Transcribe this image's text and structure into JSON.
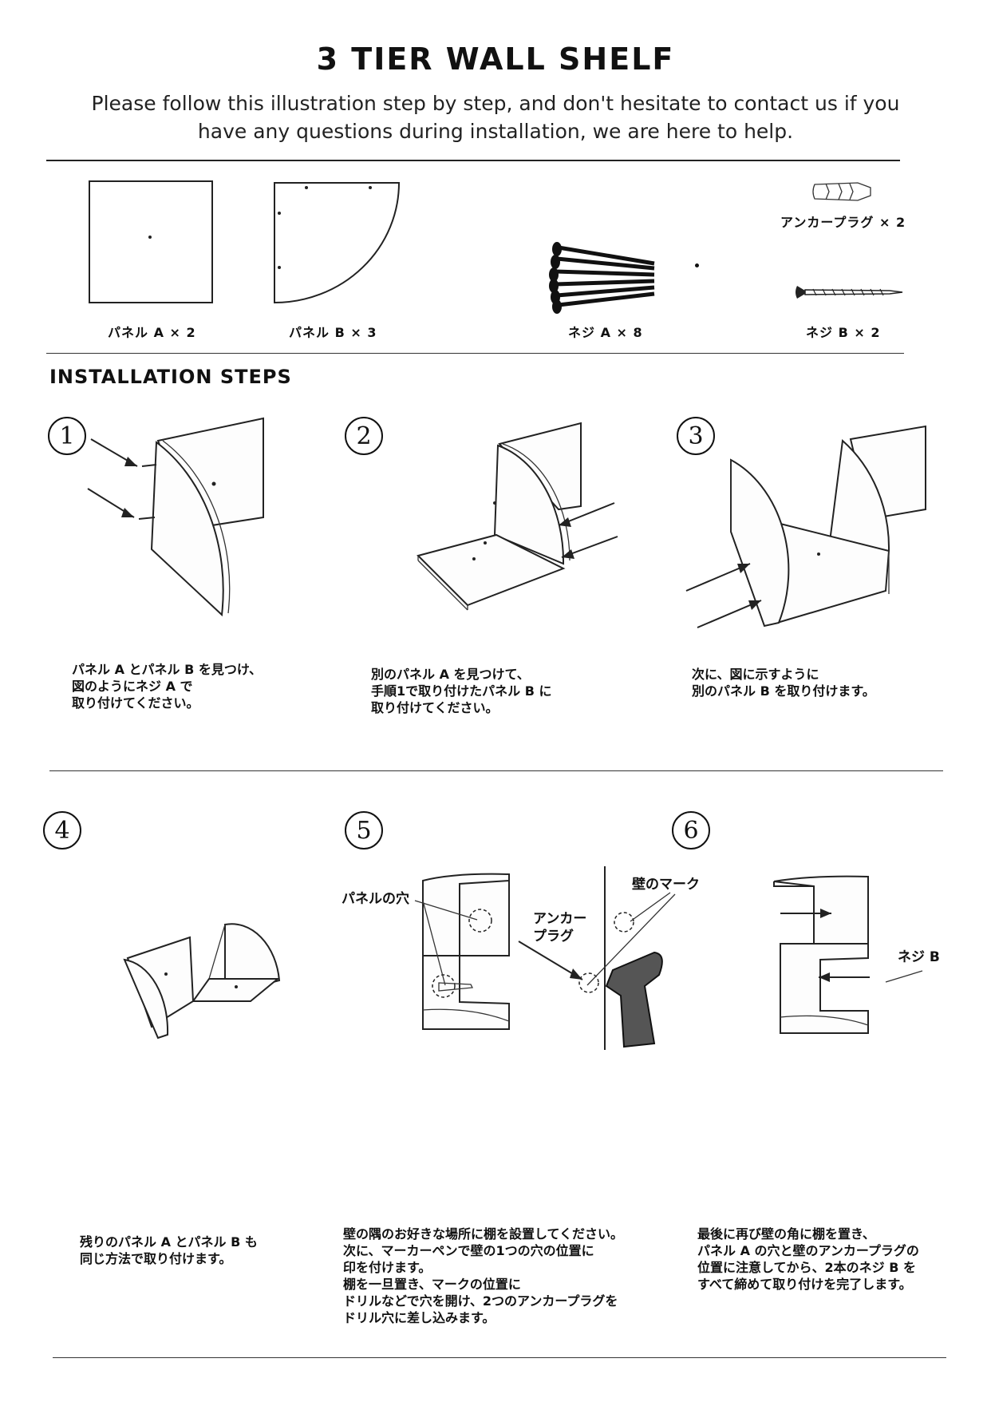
{
  "header": {
    "title": "3 TIER WALL SHELF",
    "subtitle": "Please follow this illustration step by step, and don't hesitate to contact us if you have any questions during installation, we are here to help."
  },
  "parts": [
    {
      "icon": "square-panel-icon",
      "label": "パネル A × 2"
    },
    {
      "icon": "quarter-round-panel-icon",
      "label": "パネル B × 3"
    },
    {
      "icon": "screws-icon",
      "label": "ネジ A × 8"
    },
    {
      "icon": "anchor-plug-icon",
      "label": "アンカープラグ × 2"
    },
    {
      "icon": "screw-icon",
      "label": "ネジ B × 2"
    }
  ],
  "installation": {
    "heading": "INSTALLATION STEPS",
    "steps": [
      {
        "number": "①",
        "caption": "パネル A とパネル B を見つけ、\n図のようにネジ A で\n取り付けてください。"
      },
      {
        "number": "②",
        "caption": "別のパネル A を見つけて、\n手順1で取り付けたパネル B に\n取り付けてください。"
      },
      {
        "number": "③",
        "caption": "次に、図に示すように\n別のパネル B を取り付けます。"
      },
      {
        "number": "④",
        "caption": "残りのパネル A とパネル B も\n同じ方法で取り付けます。"
      },
      {
        "number": "⑤",
        "caption": "壁の隅のお好きな場所に棚を設置してください。\n次に、マーカーペンで壁の1つの穴の位置に\n印を付けます。\n棚を一旦置き、マークの位置に\nドリルなどで穴を開け、2つのアンカープラグを\nドリル穴に差し込みます。"
      },
      {
        "number": "⑥",
        "caption": "最後に再び壁の角に棚を置き、\nパネル A の穴と壁のアンカープラグの\n位置に注意してから、2本のネジ B を\nすべて締めて取り付けを完了します。"
      }
    ],
    "callouts": {
      "panel_hole": "パネルの穴",
      "anchor_plug": "アンカー\nプラグ",
      "wall_mark": "壁のマーク",
      "screw_b": "ネジ B"
    }
  }
}
